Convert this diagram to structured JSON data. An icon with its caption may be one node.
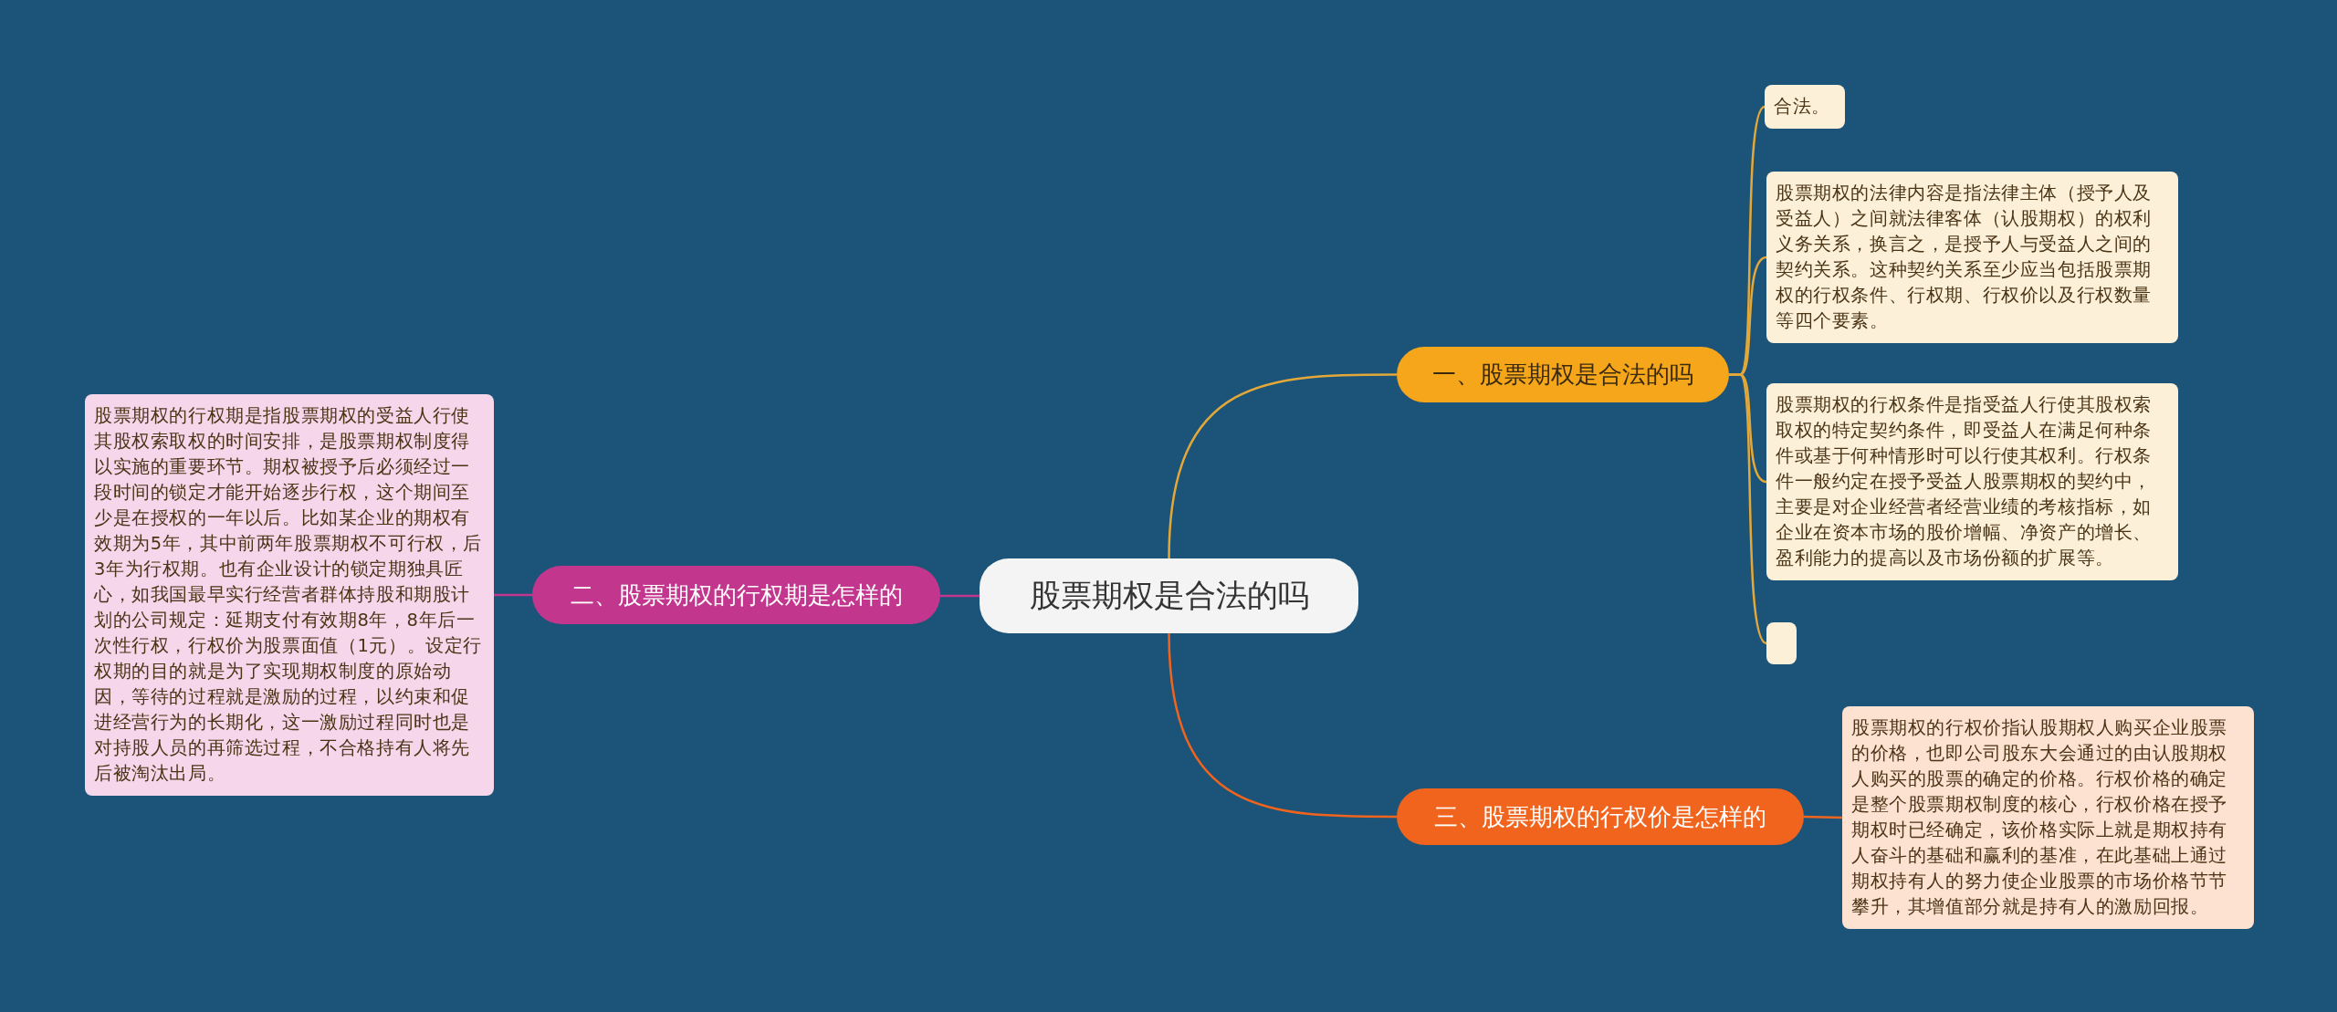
{
  "diagram": {
    "nodes": [
      {
        "text": [
          "股票期权是合法的吗"
        ]
      },
      {
        "text": [
          "一、股票期权是合法的吗"
        ]
      },
      {
        "text": [
          "合法。"
        ]
      },
      {
        "text": [
          "股票期权的法律内容是指法律主体（授予人及受益人）之间就法律客体（认股期权）的权利义务关系，换言之，是授予人与受益人之间的契约关系。这种契约关系至少应当包括股票期权的行权条件、行权期、行权价以及行权数量等四个要素。"
        ]
      },
      {
        "text": [
          "股票期权的行权条件是指受益人行使其股权索取权的特定契约条件，即受益人在满足何种条件或基于何种情形时可以行使其权利。行权条件一般约定在授予受益人股票期权的契约中，主要是对企业经营者经营业绩的考核指标，如企业在资本市场的股价增幅、净资产的增长、盈利能力的提高以及市场份额的扩展等。"
        ]
      },
      {
        "text": [],
        "shape": "box"
      },
      {
        "text": [
          "二、股票期权的行权期是怎样的"
        ]
      },
      {
        "text": [
          "股票期权的行权期是指股票期权的受益人行使其股权索取权的时间安排，是股票期权制度得以实施的重要环节。期权被授予后必须经过一段时间的锁定才能开始逐步行权，这个期间至少是在授权的一年以后。比如某企业的期权有效期为5年，其中前两年股票期权不可行权，后3年为行权期。也有企业设计的锁定期独具匠心，如我国最早实行经营者群体持股和期股计划的公司规定：延期支付有效期8年，8年后一次性行权，行权价为股票面值（1元）。设定行权期的目的就是为了实现期权制度的原始动因，等待的过程就是激励的过程，以约束和促进经营行为的长期化，这一激励过程同时也是对持股人员的再筛选过程，不合格持有人将先后被淘汰出局。"
        ]
      },
      {
        "text": [
          "三、股票期权的行权价是怎样的"
        ]
      },
      {
        "text": [
          "股票期权的行权价指认股期权人购买企业股票的价格，也即公司股东大会通过的由认股期权人购买的股票的确定的价格。行权价格的确定是整个股票期权制度的核心，行权价格在授予期权时已经确定，该价格实际上就是期权持有人奋斗的基础和赢利的基准，在此基础上通过期权持有人的努力使企业股票的市场价格节节攀升，其增值部分就是持有人的激励回报。"
        ]
      }
    ],
    "edges": [
      {
        "from": 0,
        "to": 1,
        "arrow": "none"
      },
      {
        "from": 1,
        "to": 2,
        "arrow": "none"
      },
      {
        "from": 1,
        "to": 3,
        "arrow": "none"
      },
      {
        "from": 1,
        "to": 4,
        "arrow": "none"
      },
      {
        "from": 1,
        "to": 5,
        "arrow": "none"
      },
      {
        "from": 0,
        "to": 6,
        "arrow": "none",
        "color": "#c2368e"
      },
      {
        "from": 6,
        "to": 7,
        "arrow": "none",
        "color": "#c2368e"
      },
      {
        "from": 0,
        "to": 8,
        "arrow": "none",
        "color": "#f0641e"
      },
      {
        "from": 8,
        "to": 9,
        "arrow": "none",
        "color": "#f0641e"
      }
    ]
  }
}
